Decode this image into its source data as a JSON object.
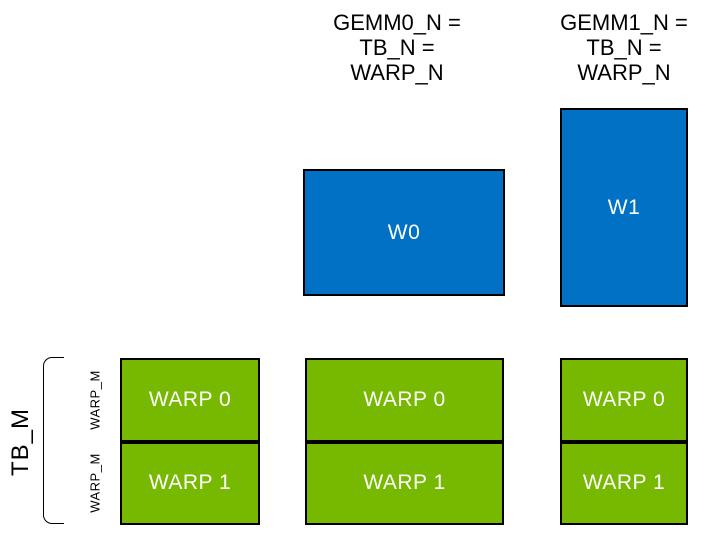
{
  "colors": {
    "tile_blue": "#0071C5",
    "nvidia_green": "#76B900",
    "ink": "#000000",
    "box_text": "#FFFFFF"
  },
  "column_headers": {
    "gemm0": {
      "lines": [
        "GEMM0_N =",
        "TB_N =",
        "WARP_N"
      ]
    },
    "gemm1": {
      "lines": [
        "GEMM1_N =",
        "TB_N =",
        "WARP_N"
      ]
    }
  },
  "accumulator_tiles": {
    "w0_label": "W0",
    "w1_label": "W1"
  },
  "warp_rows": {
    "warp0_label": "WARP 0",
    "warp1_label": "WARP 1"
  },
  "side_labels": {
    "tb_m": "TB_M",
    "warp_m_upper": "WARP_M",
    "warp_m_lower": "WARP_M"
  }
}
